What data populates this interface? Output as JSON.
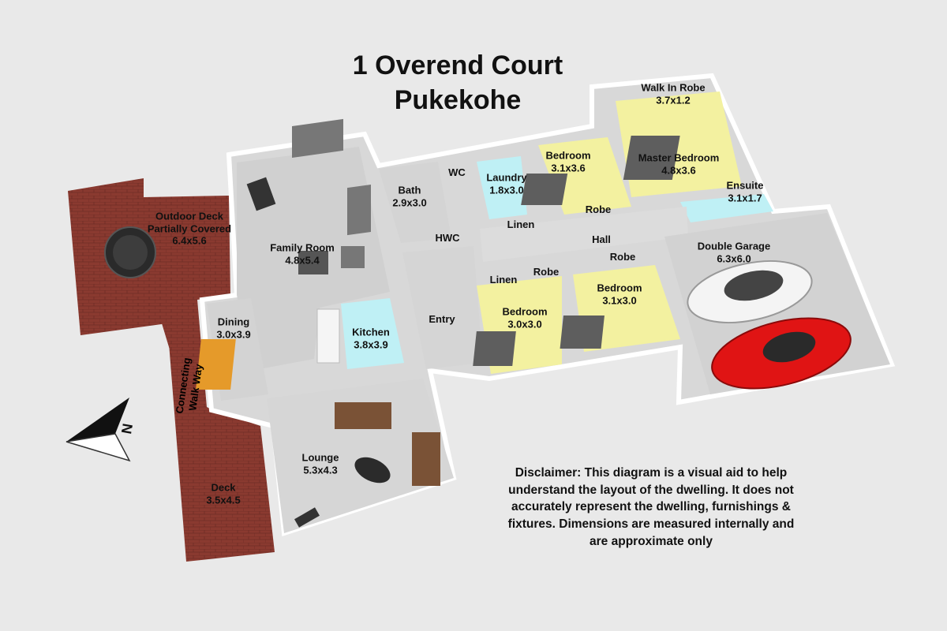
{
  "title": {
    "line1": "1 Overend Court",
    "line2": "Pukekohe"
  },
  "rooms": {
    "outdoor_deck": {
      "name_1": "Outdoor Deck",
      "name_2": "Partially Covered",
      "size": "6.4x5.6"
    },
    "family_room": {
      "name": "Family Room",
      "size": "4.8x5.4"
    },
    "bath": {
      "name": "Bath",
      "size": "2.9x3.0"
    },
    "wc": {
      "name": "WC"
    },
    "hwc": {
      "name": "HWC"
    },
    "laundry": {
      "name": "Laundry",
      "size": "1.8x3.0"
    },
    "bedroom_1": {
      "name": "Bedroom",
      "size": "3.1x3.6"
    },
    "walk_in_robe": {
      "name": "Walk In Robe",
      "size": "3.7x1.2"
    },
    "master_bedroom": {
      "name": "Master Bedroom",
      "size": "4.8x3.6"
    },
    "ensuite": {
      "name": "Ensuite",
      "size": "3.1x1.7"
    },
    "robe_1": {
      "name": "Robe"
    },
    "linen_1": {
      "name": "Linen"
    },
    "hall": {
      "name": "Hall"
    },
    "robe_2": {
      "name": "Robe"
    },
    "linen_2": {
      "name": "Linen"
    },
    "robe_3": {
      "name": "Robe"
    },
    "double_garage": {
      "name": "Double Garage",
      "size": "6.3x6.0"
    },
    "dining": {
      "name": "Dining",
      "size": "3.0x3.9"
    },
    "kitchen": {
      "name": "Kitchen",
      "size": "3.8x3.9"
    },
    "entry": {
      "name": "Entry"
    },
    "bedroom_2": {
      "name": "Bedroom",
      "size": "3.0x3.0"
    },
    "bedroom_3": {
      "name": "Bedroom",
      "size": "3.1x3.0"
    },
    "walkway": {
      "name_1": "Connecting",
      "name_2": "Walk Way"
    },
    "lounge": {
      "name": "Lounge",
      "size": "5.3x4.3"
    },
    "deck": {
      "name": "Deck",
      "size": "3.5x4.5"
    }
  },
  "compass": {
    "letter": "N"
  },
  "disclaimer": "Disclaimer: This diagram is a visual aid to help understand the layout of the dwelling. It does not accurately represent the dwelling, furnishings & fixtures. Dimensions are measured internally and are approximate only",
  "colors": {
    "background": "#e9e9e9",
    "deck": "#8a3a30",
    "floor": "#dadada",
    "wall": "#ffffff",
    "bedroom_carpet": "#f3f1a0",
    "wet_area": "#bfeef3",
    "kitchen": "#bff0f5",
    "car_red": "#e01414",
    "car_white": "#f4f4f4"
  }
}
